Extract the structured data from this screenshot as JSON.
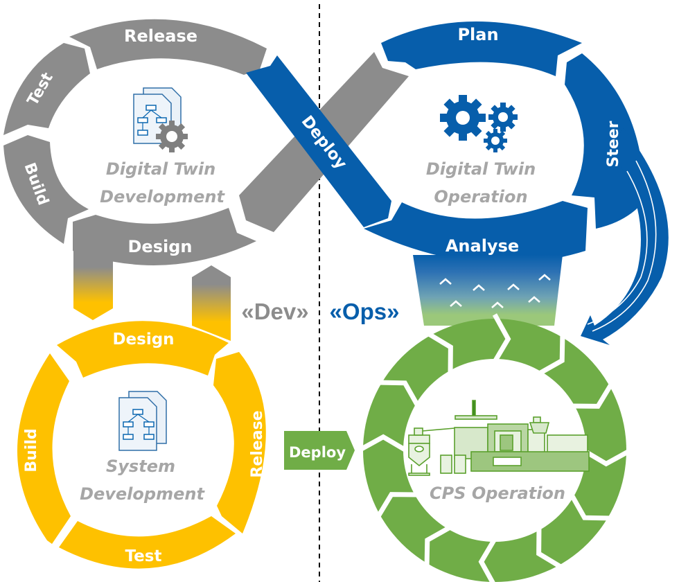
{
  "colors": {
    "dev_gray": "#8c8c8c",
    "ops_blue": "#075eab",
    "system_yellow": "#fec100",
    "cps_green": "#70ad47",
    "light_green": "#9bc87a",
    "title_gray": "#a6a6a6",
    "white": "#ffffff",
    "divider": "#000000"
  },
  "digital_twin_development": {
    "title_line1": "Digital Twin",
    "title_line2": "Development",
    "icon": "diagram-documents-gear-icon",
    "segments": [
      {
        "label": "Release"
      },
      {
        "label": "Test"
      },
      {
        "label": "Build"
      },
      {
        "label": "Design"
      }
    ]
  },
  "digital_twin_operation": {
    "title_line1": "Digital Twin",
    "title_line2": "Operation",
    "icon": "gears-icon",
    "segments": [
      {
        "label": "Plan"
      },
      {
        "label": "Steer"
      },
      {
        "label": "Analyse"
      }
    ]
  },
  "deploy_crossover": {
    "label": "Deploy"
  },
  "system_development": {
    "title_line1": "System",
    "title_line2": "Development",
    "icon": "diagram-documents-icon",
    "segments": [
      {
        "label": "Design"
      },
      {
        "label": "Release"
      },
      {
        "label": "Test"
      },
      {
        "label": "Build"
      }
    ]
  },
  "system_deploy": {
    "label": "Deploy"
  },
  "cps_operation": {
    "title": "CPS Operation",
    "icon": "injection-molding-machine-icon",
    "chevron_count": 12
  },
  "labels": {
    "dev": "«Dev»",
    "ops": "«Ops»"
  }
}
